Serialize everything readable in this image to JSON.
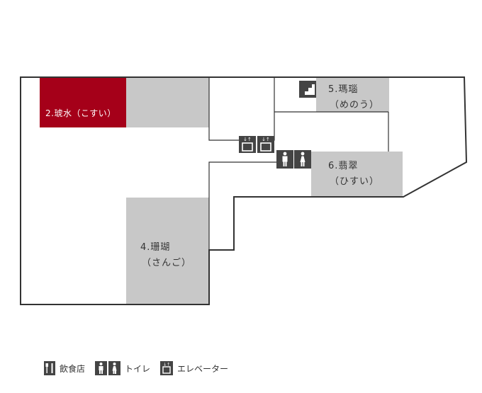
{
  "colors": {
    "wall": "#333333",
    "room_gray": "#c8c8c8",
    "room_highlight": "#a50019",
    "icon": "#444444"
  },
  "rooms": {
    "kohaku": {
      "line1": "2.琥水（こすい）",
      "highlighted": true
    },
    "meno": {
      "line1": "5.瑪瑙",
      "line2": "（めのう）"
    },
    "hisui": {
      "line1": "6.翡翠",
      "line2": "（ひすい）"
    },
    "sango": {
      "line1": "4.珊瑚",
      "line2": "（さんご）"
    }
  },
  "icons": {
    "stairs": "stairs-icon",
    "elevator": "elevator-icon",
    "toilet_male": "toilet-male-icon",
    "toilet_female": "toilet-female-icon",
    "restaurant": "restaurant-icon"
  },
  "legend": {
    "restaurant": "飲食店",
    "toilet": "トイレ",
    "elevator": "エレベーター"
  }
}
